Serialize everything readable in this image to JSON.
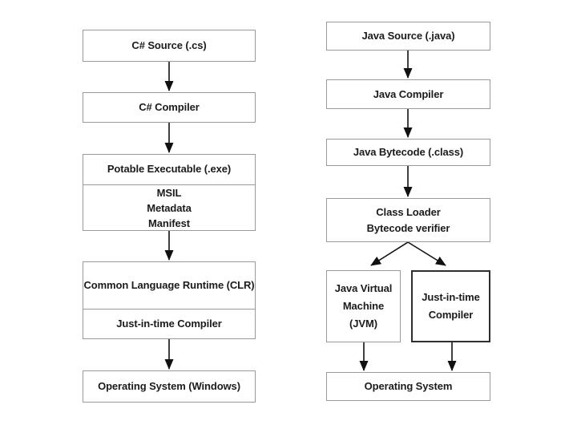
{
  "colors": {
    "background": "#ffffff",
    "box_border": "#9a9a9a",
    "jit_box_border": "#2e2e2e",
    "text": "#1b1b1b",
    "arrow": "#111111"
  },
  "left_flow": {
    "source": "C# Source (.cs)",
    "compiler": "C# Compiler",
    "pe": {
      "title": "Potable Executable (.exe)",
      "lines": [
        "MSIL",
        "Metadata",
        "Manifest"
      ]
    },
    "clr": {
      "title": "Common Language Runtime (CLR)",
      "sub": "Just-in-time Compiler"
    },
    "os": "Operating System (Windows)"
  },
  "right_flow": {
    "source": "Java Source (.java)",
    "compiler": "Java Compiler",
    "bytecode": "Java Bytecode (.class)",
    "loader": {
      "line1": "Class Loader",
      "line2": "Bytecode verifier"
    },
    "jvm": {
      "line1": "Java Virtual",
      "line2": "Machine",
      "line3": "(JVM)"
    },
    "jit": {
      "line1": "Just-in-time",
      "line2": "Compiler"
    },
    "os": "Operating System"
  }
}
